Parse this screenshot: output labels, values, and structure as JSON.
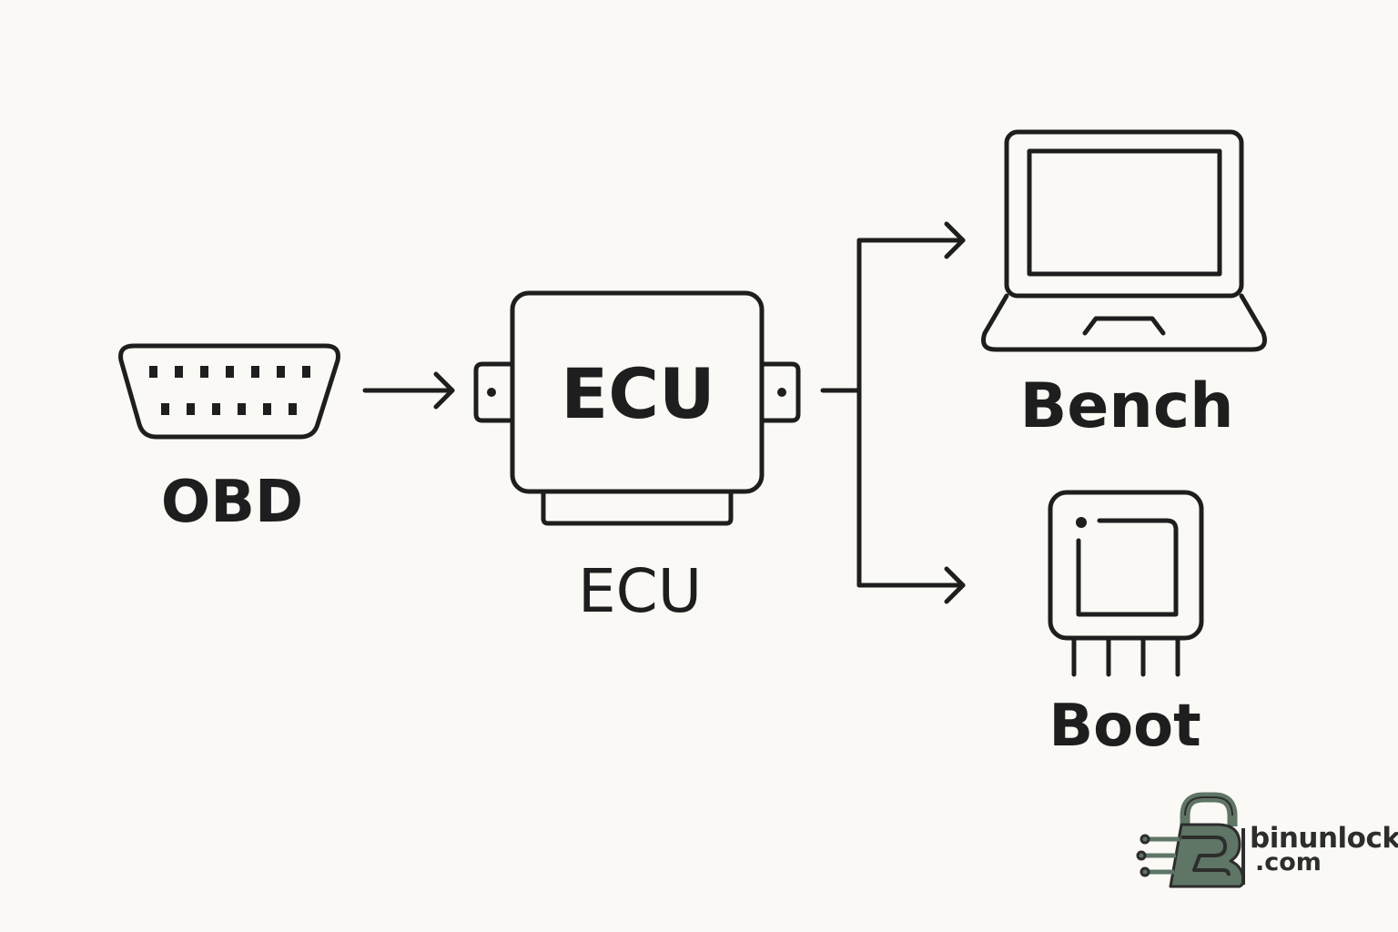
{
  "nodes": {
    "obd": {
      "label": "OBD",
      "icon": "obd-connector-icon"
    },
    "ecu": {
      "label": "ECU",
      "inner_label": "ECU",
      "icon": "ecu-module-icon"
    },
    "bench": {
      "label": "Bench",
      "icon": "laptop-icon"
    },
    "boot": {
      "label": "Boot",
      "icon": "chip-icon"
    }
  },
  "edges": [
    {
      "from": "OBD",
      "to": "ECU"
    },
    {
      "from": "ECU",
      "to": "Bench"
    },
    {
      "from": "ECU",
      "to": "Boot"
    }
  ],
  "watermark": {
    "line1": "binunlock",
    "line2": ".com",
    "icon": "lock-b-logo-icon",
    "color": "#5f7565"
  },
  "colors": {
    "background": "#faf9f5",
    "stroke": "#1e1e1e"
  }
}
